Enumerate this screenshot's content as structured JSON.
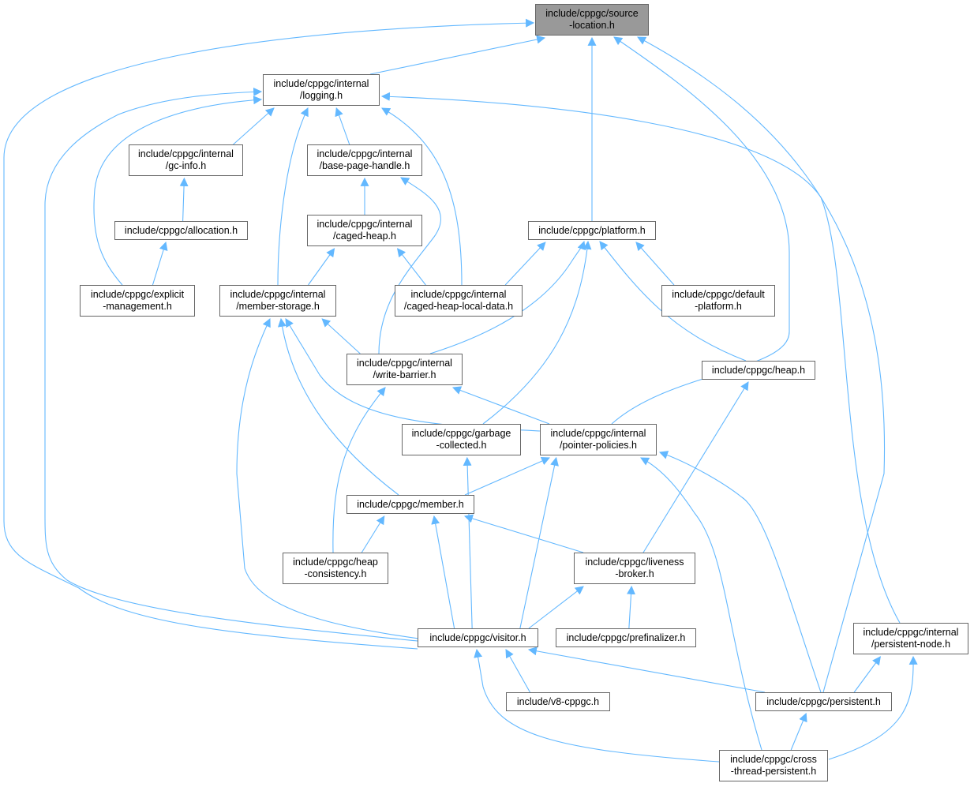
{
  "graph": {
    "type": "include-dependency-graph",
    "edge_color": "#63b8ff",
    "root_fill": "#999999",
    "nodes": {
      "source_location": {
        "line1": "include/cppgc/source",
        "line2": "-location.h"
      },
      "logging": {
        "line1": "include/cppgc/internal",
        "line2": "/logging.h"
      },
      "gc_info": {
        "line1": "include/cppgc/internal",
        "line2": "/gc-info.h"
      },
      "base_page_handle": {
        "line1": "include/cppgc/internal",
        "line2": "/base-page-handle.h"
      },
      "allocation": {
        "line1": "include/cppgc/allocation.h",
        "line2": ""
      },
      "caged_heap": {
        "line1": "include/cppgc/internal",
        "line2": "/caged-heap.h"
      },
      "platform": {
        "line1": "include/cppgc/platform.h",
        "line2": ""
      },
      "explicit_management": {
        "line1": "include/cppgc/explicit",
        "line2": "-management.h"
      },
      "member_storage": {
        "line1": "include/cppgc/internal",
        "line2": "/member-storage.h"
      },
      "caged_heap_local_data": {
        "line1": "include/cppgc/internal",
        "line2": "/caged-heap-local-data.h"
      },
      "default_platform": {
        "line1": "include/cppgc/default",
        "line2": "-platform.h"
      },
      "write_barrier": {
        "line1": "include/cppgc/internal",
        "line2": "/write-barrier.h"
      },
      "heap": {
        "line1": "include/cppgc/heap.h",
        "line2": ""
      },
      "garbage_collected": {
        "line1": "include/cppgc/garbage",
        "line2": "-collected.h"
      },
      "pointer_policies": {
        "line1": "include/cppgc/internal",
        "line2": "/pointer-policies.h"
      },
      "member": {
        "line1": "include/cppgc/member.h",
        "line2": ""
      },
      "heap_consistency": {
        "line1": "include/cppgc/heap",
        "line2": "-consistency.h"
      },
      "liveness_broker": {
        "line1": "include/cppgc/liveness",
        "line2": "-broker.h"
      },
      "visitor": {
        "line1": "include/cppgc/visitor.h",
        "line2": ""
      },
      "prefinalizer": {
        "line1": "include/cppgc/prefinalizer.h",
        "line2": ""
      },
      "persistent_node": {
        "line1": "include/cppgc/internal",
        "line2": "/persistent-node.h"
      },
      "v8_cppgc": {
        "line1": "include/v8-cppgc.h",
        "line2": ""
      },
      "persistent": {
        "line1": "include/cppgc/persistent.h",
        "line2": ""
      },
      "cross_thread_persistent": {
        "line1": "include/cppgc/cross",
        "line2": "-thread-persistent.h"
      }
    },
    "edges": [
      [
        "logging",
        "source_location"
      ],
      [
        "visitor",
        "source_location"
      ],
      [
        "platform",
        "source_location"
      ],
      [
        "pointer_policies",
        "source_location"
      ],
      [
        "persistent",
        "source_location"
      ],
      [
        "gc_info",
        "logging"
      ],
      [
        "base_page_handle",
        "logging"
      ],
      [
        "member_storage",
        "logging"
      ],
      [
        "caged_heap_local_data",
        "logging"
      ],
      [
        "explicit_management",
        "logging"
      ],
      [
        "visitor",
        "logging"
      ],
      [
        "persistent_node",
        "logging"
      ],
      [
        "allocation",
        "gc_info"
      ],
      [
        "explicit_management",
        "allocation"
      ],
      [
        "caged_heap",
        "base_page_handle"
      ],
      [
        "write_barrier",
        "base_page_handle"
      ],
      [
        "member_storage",
        "caged_heap"
      ],
      [
        "caged_heap_local_data",
        "caged_heap"
      ],
      [
        "caged_heap_local_data",
        "platform"
      ],
      [
        "write_barrier",
        "platform"
      ],
      [
        "garbage_collected",
        "platform"
      ],
      [
        "default_platform",
        "platform"
      ],
      [
        "heap",
        "platform"
      ],
      [
        "write_barrier",
        "member_storage"
      ],
      [
        "pointer_policies",
        "member_storage"
      ],
      [
        "member",
        "member_storage"
      ],
      [
        "visitor",
        "member_storage"
      ],
      [
        "pointer_policies",
        "write_barrier"
      ],
      [
        "heap_consistency",
        "write_barrier"
      ],
      [
        "visitor",
        "garbage_collected"
      ],
      [
        "member",
        "pointer_policies"
      ],
      [
        "visitor",
        "pointer_policies"
      ],
      [
        "cross_thread_persistent",
        "pointer_policies"
      ],
      [
        "persistent",
        "pointer_policies"
      ],
      [
        "liveness_broker",
        "heap"
      ],
      [
        "heap_consistency",
        "member"
      ],
      [
        "visitor",
        "member"
      ],
      [
        "liveness_broker",
        "member"
      ],
      [
        "visitor",
        "liveness_broker"
      ],
      [
        "prefinalizer",
        "liveness_broker"
      ],
      [
        "v8_cppgc",
        "visitor"
      ],
      [
        "persistent",
        "visitor"
      ],
      [
        "cross_thread_persistent",
        "visitor"
      ],
      [
        "persistent",
        "persistent_node"
      ],
      [
        "cross_thread_persistent",
        "persistent_node"
      ],
      [
        "cross_thread_persistent",
        "persistent"
      ]
    ]
  }
}
